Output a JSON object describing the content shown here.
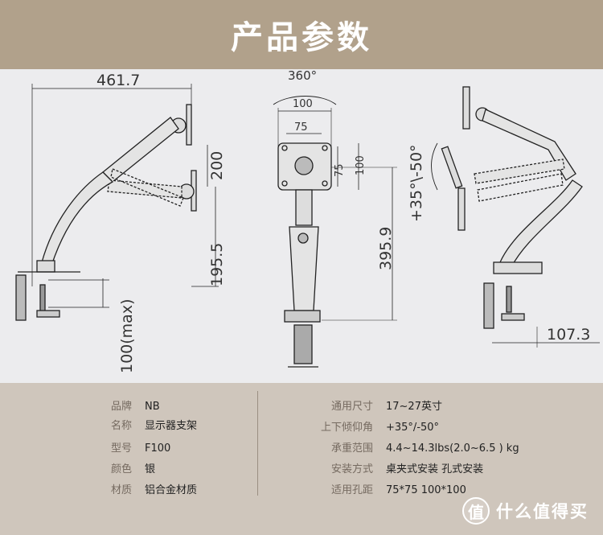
{
  "title": "产品参数",
  "dimensions": {
    "width_total": "461.7",
    "rotation": "360°",
    "vesa_outer": "100",
    "vesa_inner": "75",
    "vesa_inner_v": "75",
    "vesa_outer_v": "100",
    "adjust_height": "200",
    "arm_height": "195.5",
    "clamp_max": "100(max)",
    "pole_height": "395.9",
    "tilt": "+35°\\-50°",
    "base_depth": "107.3"
  },
  "specs_left": [
    {
      "label": "品牌",
      "value": "NB"
    },
    {
      "label": "名称",
      "value": "显示器支架"
    },
    {
      "label": "型号",
      "value": "F100"
    },
    {
      "label": "颜色",
      "value": "银"
    },
    {
      "label": "材质",
      "value": "铝合金材质"
    }
  ],
  "specs_right": [
    {
      "label": "通用尺寸",
      "value": "17~27英寸"
    },
    {
      "label": "上下倾仰角",
      "value": "+35°/-50°"
    },
    {
      "label": "承重范围",
      "value": "4.4~14.3lbs(2.0~6.5 ) kg"
    },
    {
      "label": "安装方式",
      "value": "桌夹式安装   孔式安装"
    },
    {
      "label": "适用孔距",
      "value": "75*75   100*100"
    }
  ],
  "watermark": {
    "logo_glyph": "值",
    "text": "什么值得买"
  }
}
